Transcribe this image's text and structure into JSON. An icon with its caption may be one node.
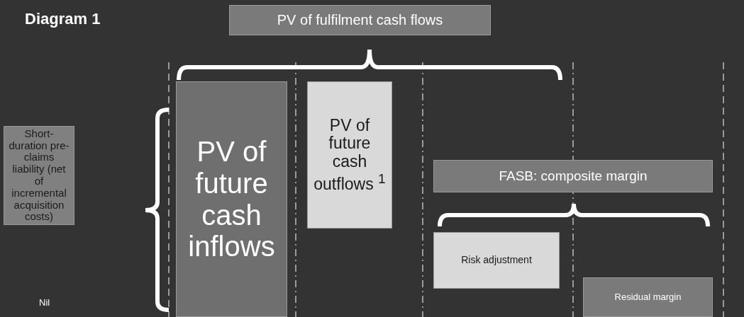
{
  "diagram": {
    "title": "Diagram 1",
    "nodes": [
      {
        "text": [
          "PV of fulfilment cash flows"
        ]
      },
      {
        "text": [
          "Short-duration pre-claims liability (net of incremental acquisition costs)"
        ]
      },
      {
        "text": [
          "PV of future cash inflows"
        ]
      },
      {
        "text": [
          "PV of future cash outflows $^{1}$"
        ]
      },
      {
        "text": [
          "FASB: composite margin"
        ]
      },
      {
        "text": [
          "Risk adjustment"
        ]
      },
      {
        "text": [
          "Residual margin"
        ]
      }
    ],
    "edges": [],
    "labels": [
      "Nil"
    ]
  }
}
